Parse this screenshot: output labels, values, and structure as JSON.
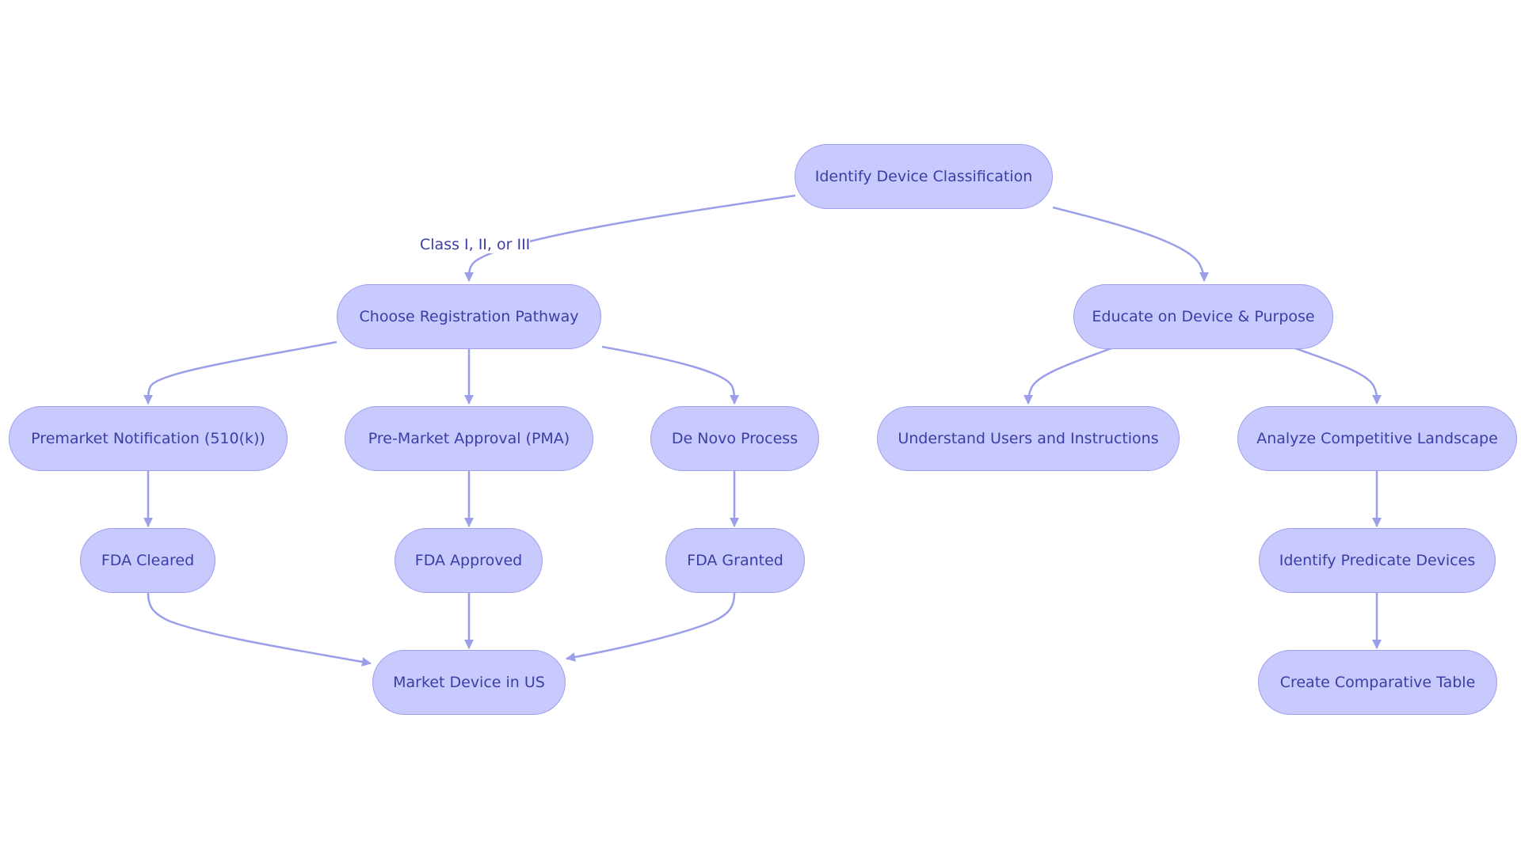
{
  "colors": {
    "node_fill": "#c8c9fc",
    "node_border": "#9ea0ee",
    "text": "#3b3ea5",
    "edge": "#9b9ee9"
  },
  "nodes": {
    "identify": "Identify Device Classification",
    "choose": "Choose Registration Pathway",
    "educate": "Educate on Device & Purpose",
    "premarket": "Premarket Notification (510(k))",
    "pma": "Pre-Market Approval (PMA)",
    "denovo": "De Novo Process",
    "understand": "Understand Users and Instructions",
    "analyze": "Analyze Competitive Landscape",
    "cleared": "FDA Cleared",
    "approved": "FDA Approved",
    "granted": "FDA Granted",
    "predicate": "Identify Predicate Devices",
    "market": "Market Device in US",
    "comparative": "Create Comparative Table"
  },
  "edge_labels": {
    "class": "Class I, II, or III"
  },
  "edges": [
    {
      "from": "identify",
      "to": "choose",
      "label": "Class I, II, or III"
    },
    {
      "from": "identify",
      "to": "educate"
    },
    {
      "from": "choose",
      "to": "premarket"
    },
    {
      "from": "choose",
      "to": "pma"
    },
    {
      "from": "choose",
      "to": "denovo"
    },
    {
      "from": "educate",
      "to": "understand"
    },
    {
      "from": "educate",
      "to": "analyze"
    },
    {
      "from": "premarket",
      "to": "cleared"
    },
    {
      "from": "pma",
      "to": "approved"
    },
    {
      "from": "denovo",
      "to": "granted"
    },
    {
      "from": "analyze",
      "to": "predicate"
    },
    {
      "from": "cleared",
      "to": "market"
    },
    {
      "from": "approved",
      "to": "market"
    },
    {
      "from": "granted",
      "to": "market"
    },
    {
      "from": "predicate",
      "to": "comparative"
    }
  ]
}
